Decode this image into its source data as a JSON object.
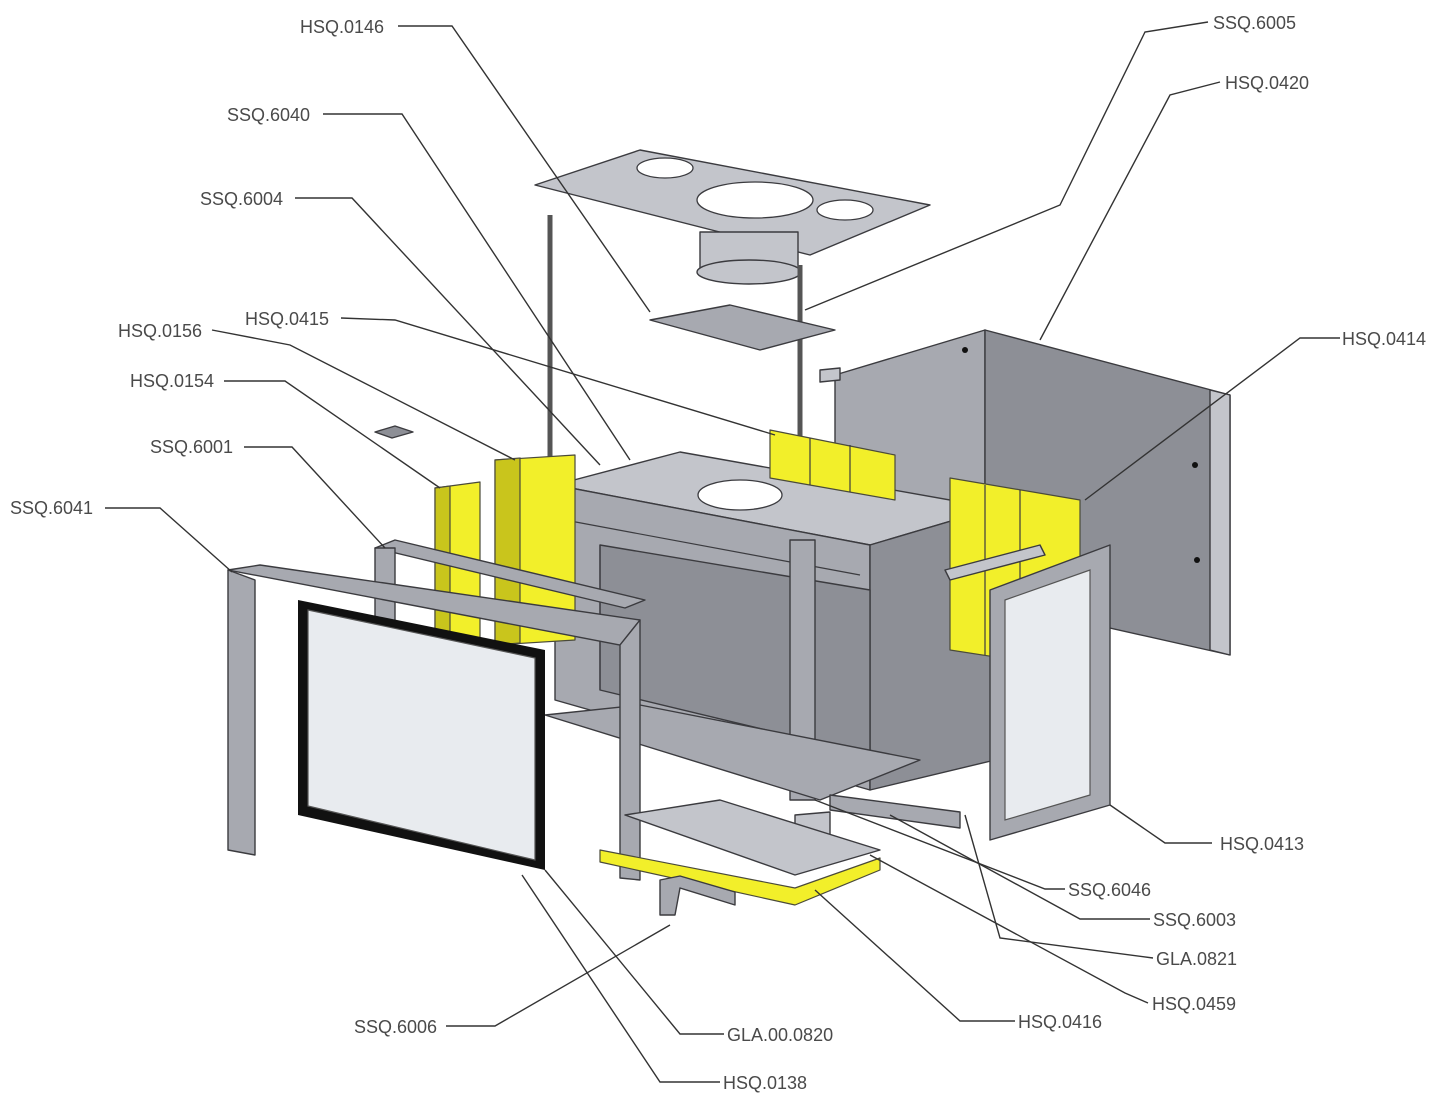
{
  "labels": [
    {
      "id": "hsq-0146",
      "text": "HSQ.0146"
    },
    {
      "id": "ssq-6005",
      "text": "SSQ.6005"
    },
    {
      "id": "hsq-0420",
      "text": "HSQ.0420"
    },
    {
      "id": "ssq-6040",
      "text": "SSQ.6040"
    },
    {
      "id": "ssq-6004",
      "text": "SSQ.6004"
    },
    {
      "id": "hsq-0415",
      "text": "HSQ.0415"
    },
    {
      "id": "hsq-0414",
      "text": "HSQ.0414"
    },
    {
      "id": "hsq-0156",
      "text": "HSQ.0156"
    },
    {
      "id": "hsq-0154",
      "text": "HSQ.0154"
    },
    {
      "id": "ssq-6001",
      "text": "SSQ.6001"
    },
    {
      "id": "ssq-6041",
      "text": "SSQ.6041"
    },
    {
      "id": "hsq-0413",
      "text": "HSQ.0413"
    },
    {
      "id": "ssq-6046",
      "text": "SSQ.6046"
    },
    {
      "id": "ssq-6003",
      "text": "SSQ.6003"
    },
    {
      "id": "gla-0821",
      "text": "GLA.0821"
    },
    {
      "id": "hsq-0459",
      "text": "HSQ.0459"
    },
    {
      "id": "hsq-0416",
      "text": "HSQ.0416"
    },
    {
      "id": "ssq-6006",
      "text": "SSQ.6006"
    },
    {
      "id": "gla-00-0820",
      "text": "GLA.00.0820"
    },
    {
      "id": "hsq-0138",
      "text": "HSQ.0138"
    }
  ],
  "colors": {
    "metal": "#a7a9b0",
    "insulation_yellow": "#f2ef2a",
    "glass": "#e8ebef",
    "label_text": "#4a4a4a"
  }
}
